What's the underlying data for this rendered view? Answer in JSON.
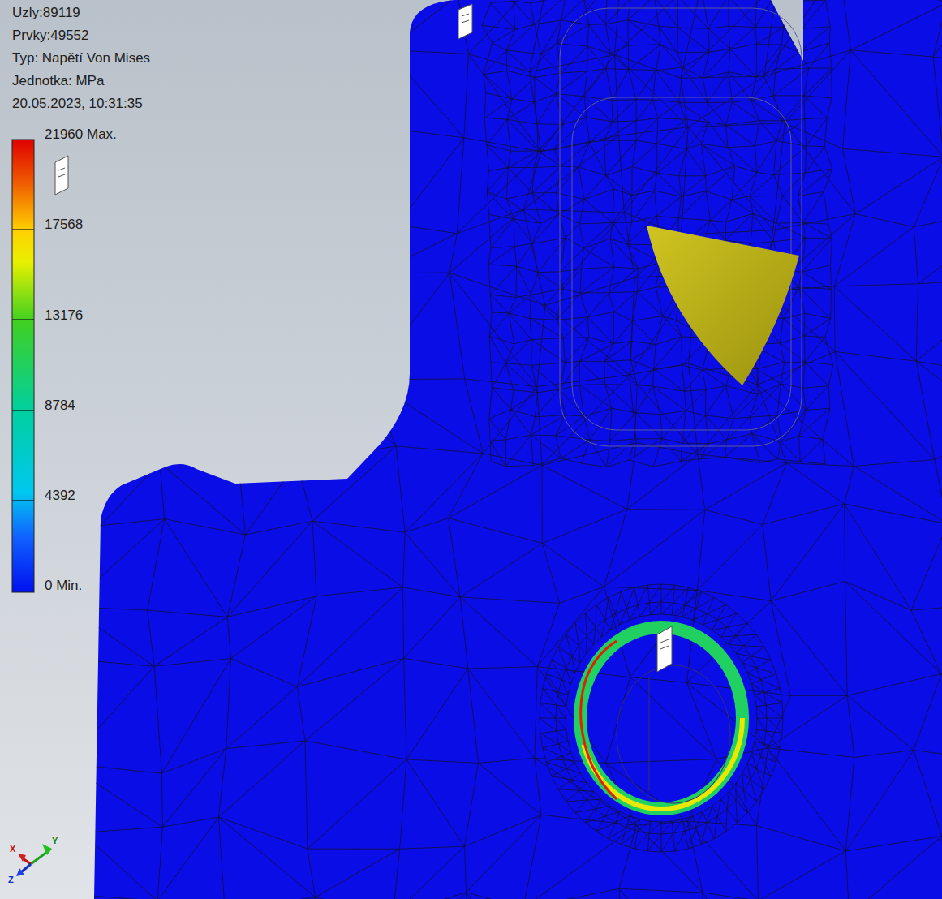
{
  "diagram": {
    "labels": [
      "Uzly:89119",
      "Prvky:49552",
      "Typ: Napětí Von Mises",
      "Jednotka: MPa",
      "20.05.2023, 10:31:35",
      "21960 Max.",
      "17568",
      "13176",
      "8784",
      "4392",
      "0 Min.",
      "X",
      "Y",
      "Z"
    ]
  }
}
